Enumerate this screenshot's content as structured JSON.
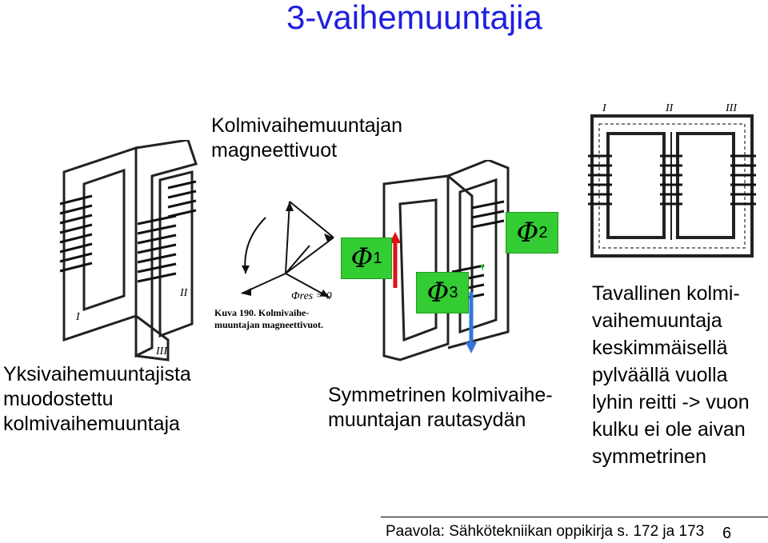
{
  "slide": {
    "title": "3-vaihemuuntajia",
    "page_number": "6",
    "footer_source": "Paavola: Sähkötekniikan oppikirja s. 172 ja 173"
  },
  "labels": {
    "flux_caption_line1": "Kolmivaihemuuntajan",
    "flux_caption_line2": "magneettivuot",
    "left_line1": "Yksivaihemuuntajista",
    "left_line2": "muodostettu",
    "left_line3": "kolmivaihemuuntaja",
    "center_line1": "Symmetrinen kolmivaihe-",
    "center_line2": "muuntajan rautasydän",
    "right_line1": "Tavallinen kolmi-",
    "right_line2": "vaihemuuntaja",
    "right_line3": "keskimmäisellä",
    "right_line4": "pylväällä vuolla",
    "right_line5": "lyhin reitti -> vuon",
    "right_line6": "kulku ei ole aivan",
    "right_line7": "symmetrinen"
  },
  "flux_labels": {
    "phi1_symbol": "Φ",
    "phi1_index": "1",
    "phi2_symbol": "Φ",
    "phi2_index": "2",
    "phi3_symbol": "Φ",
    "phi3_index": "3"
  },
  "arrow_colors": {
    "phi1": "#dd1111",
    "phi2": "#22cc22",
    "phi3": "#3377dd"
  },
  "figure_texts": {
    "kuva_line1": "Kuva 190. Kolmivaihe-",
    "kuva_line2": "muuntajan magneettivuot.",
    "phi_res": "Φres = 0",
    "core_labels": [
      "I",
      "II",
      "III"
    ]
  }
}
